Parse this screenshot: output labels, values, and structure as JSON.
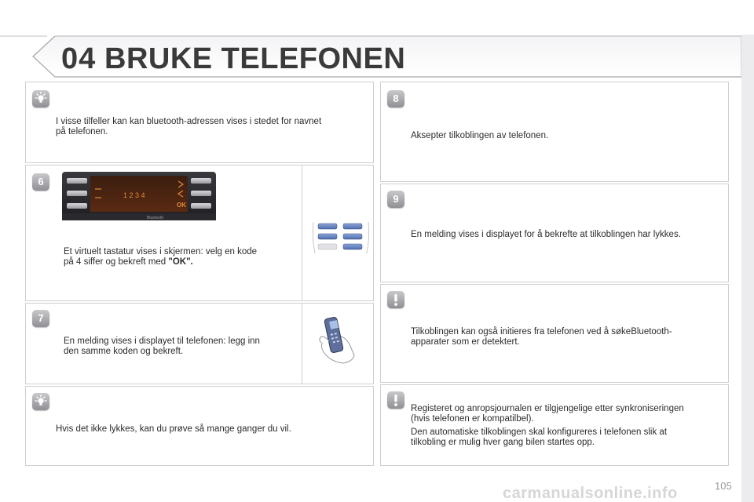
{
  "header": {
    "chapter_number": "04",
    "chapter_title": "BRUKE TELEFONEN"
  },
  "left_column": {
    "tip_top": {
      "icon": "lightbulb-icon",
      "text_line1": "I visse tilfeller kan kan bluetooth-adressen vises i stedet for navnet",
      "text_line2": "på telefonen."
    },
    "step6": {
      "number": "6",
      "display_digits": "1  2  3  4",
      "display_brand": "Bluetooth",
      "text_line1": "Et virtuelt tastatur vises i skjermen: velg en kode",
      "text_line2_prefix": "på 4 siffer og bekreft med ",
      "text_line2_bold": "\"OK\"."
    },
    "step7": {
      "number": "7",
      "text_line1": "En melding vises i displayet til telefonen: legg inn",
      "text_line2": "den samme koden og bekreft."
    },
    "tip_bottom": {
      "icon": "lightbulb-icon",
      "text": "Hvis det ikke lykkes, kan du prøve så mange ganger du vil."
    }
  },
  "right_column": {
    "step8": {
      "number": "8",
      "text": "Aksepter tilkoblingen av telefonen."
    },
    "step9": {
      "number": "9",
      "text": "En melding vises i displayet for å bekrefte at tilkoblingen har lykkes."
    },
    "warning1": {
      "icon": "exclamation-icon",
      "text_line1": "Tilkoblingen kan også initieres fra telefonen ved å søkeBluetooth-",
      "text_line2": "apparater som er detektert."
    },
    "warning2": {
      "icon": "exclamation-icon",
      "para1_line1": "Registeret og anropsjournalen er tilgjengelige etter synkroniseringen",
      "para1_line2": "(hvis telefonen er kompatilbel).",
      "para2_line1": "Den automatiske tilkoblingen skal konfigureres i telefonen slik at",
      "para2_line2": "tilkobling er mulig hver gang bilen startes opp."
    }
  },
  "footer": {
    "page_number": "105",
    "watermark": "carmanualsonline.info"
  },
  "colors": {
    "panel_border": "#cfcfd3",
    "badge_gradient_top": "#c9c9cc",
    "badge_gradient_bottom": "#8f8f94",
    "display_amber": "#e08a3a",
    "button_blue": "#5f7fc0"
  }
}
